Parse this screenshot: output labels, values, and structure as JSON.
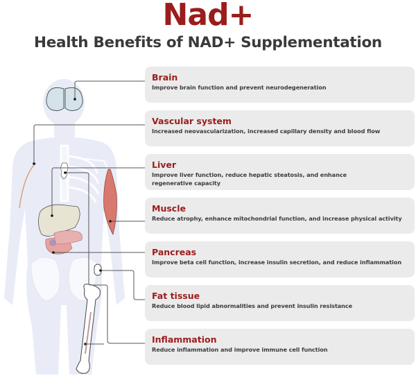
{
  "header": {
    "title": "Nad+",
    "subtitle": "Health Benefits of NAD+ Supplementation"
  },
  "colors": {
    "accent": "#9b1c1c",
    "card_bg": "#ebebeb",
    "text": "#3d3d3d",
    "body_silhouette": "#e9ecf7",
    "connector": "#555555"
  },
  "benefits": [
    {
      "organ": "Brain",
      "description": "Improve brain function and prevent neurodegeneration",
      "icon": "brain-icon"
    },
    {
      "organ": "Vascular system",
      "description": "Increased neovascularization, increased capillary density and blood flow",
      "icon": "blood-vessel-icon"
    },
    {
      "organ": "Liver",
      "description": "Improve liver function, reduce hepatic steatosis, and enhance regenerative capacity",
      "icon": "liver-icon"
    },
    {
      "organ": "Muscle",
      "description": "Reduce atrophy, enhance mitochondrial function, and increase physical activity",
      "icon": "muscle-icon"
    },
    {
      "organ": "Pancreas",
      "description": "Improve beta cell function, increase insulin secretion, and reduce inflammation",
      "icon": "pancreas-icon"
    },
    {
      "organ": "Fat tissue",
      "description": "Reduce blood lipid abnormalities and prevent insulin resistance",
      "icon": "fat-tissue-icon"
    },
    {
      "organ": "Inflammation",
      "description": "Reduce inflammation and improve immune cell function",
      "icon": "bone-marrow-icon"
    }
  ]
}
